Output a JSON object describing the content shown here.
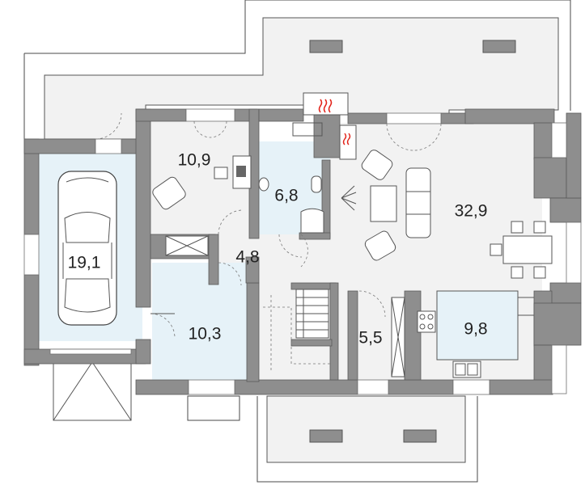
{
  "plan": {
    "rooms": [
      {
        "id": "garage",
        "label": "19,1",
        "type": "garage",
        "fill": "#e6f2f8"
      },
      {
        "id": "office",
        "label": "10,9",
        "type": "room",
        "fill": "#f2f2f2"
      },
      {
        "id": "bathroom",
        "label": "6,8",
        "type": "bathroom",
        "fill": "#e6f2f8"
      },
      {
        "id": "living",
        "label": "32,9",
        "type": "living-room",
        "fill": "#f2f2f2"
      },
      {
        "id": "hall",
        "label": "4,8",
        "type": "hall",
        "fill": "#f2f2f2"
      },
      {
        "id": "utility",
        "label": "10,3",
        "type": "utility",
        "fill": "#e6f2f8"
      },
      {
        "id": "vestibule",
        "label": "5,5",
        "type": "vestibule",
        "fill": "#f2f2f2"
      },
      {
        "id": "kitchen",
        "label": "9,8",
        "type": "kitchen",
        "fill": "#e6f2f8"
      }
    ],
    "colors": {
      "wall": "#8e8e8e",
      "floor": "#f2f2f2",
      "wet_room": "#e6f2f8",
      "terrace": "#f2f2f2",
      "fireplace_accent": "#e2231a"
    },
    "icons": [
      "car-icon",
      "fireplace-icon",
      "armchair-icon",
      "sofa-icon",
      "dining-table-icon",
      "toilet-icon",
      "shower-icon",
      "sink-icon",
      "stove-icon",
      "stairs-icon"
    ]
  }
}
